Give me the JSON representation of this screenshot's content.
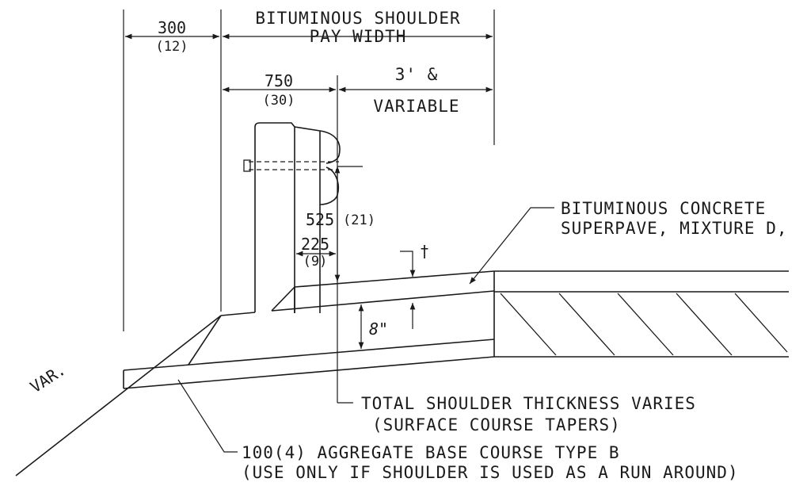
{
  "labels": {
    "dim_300": "300",
    "dim_300_in": "(12)",
    "shoulder_line1": "BITUMINOUS SHOULDER",
    "shoulder_line2": "PAY WIDTH",
    "dim_750": "750",
    "dim_750_in": "(30)",
    "dim_3ft": "3' &",
    "dim_variable": "VARIABLE",
    "dim_525": "525",
    "dim_525_in": "(21)",
    "dim_225": "225",
    "dim_225_in": "(9)",
    "dagger": "†",
    "dim_8in": "8\"",
    "slope": "VAR.",
    "note_concrete_1": "BITUMINOUS CONCRETE",
    "note_concrete_2": "SUPERPAVE, MIXTURE D,",
    "note_thickness_1": "TOTAL SHOULDER THICKNESS VARIES",
    "note_thickness_2": "(SURFACE COURSE TAPERS)",
    "note_base_1": "100(4) AGGREGATE BASE COURSE TYPE B",
    "note_base_2": "(USE ONLY IF SHOULDER IS USED AS A RUN AROUND)"
  }
}
